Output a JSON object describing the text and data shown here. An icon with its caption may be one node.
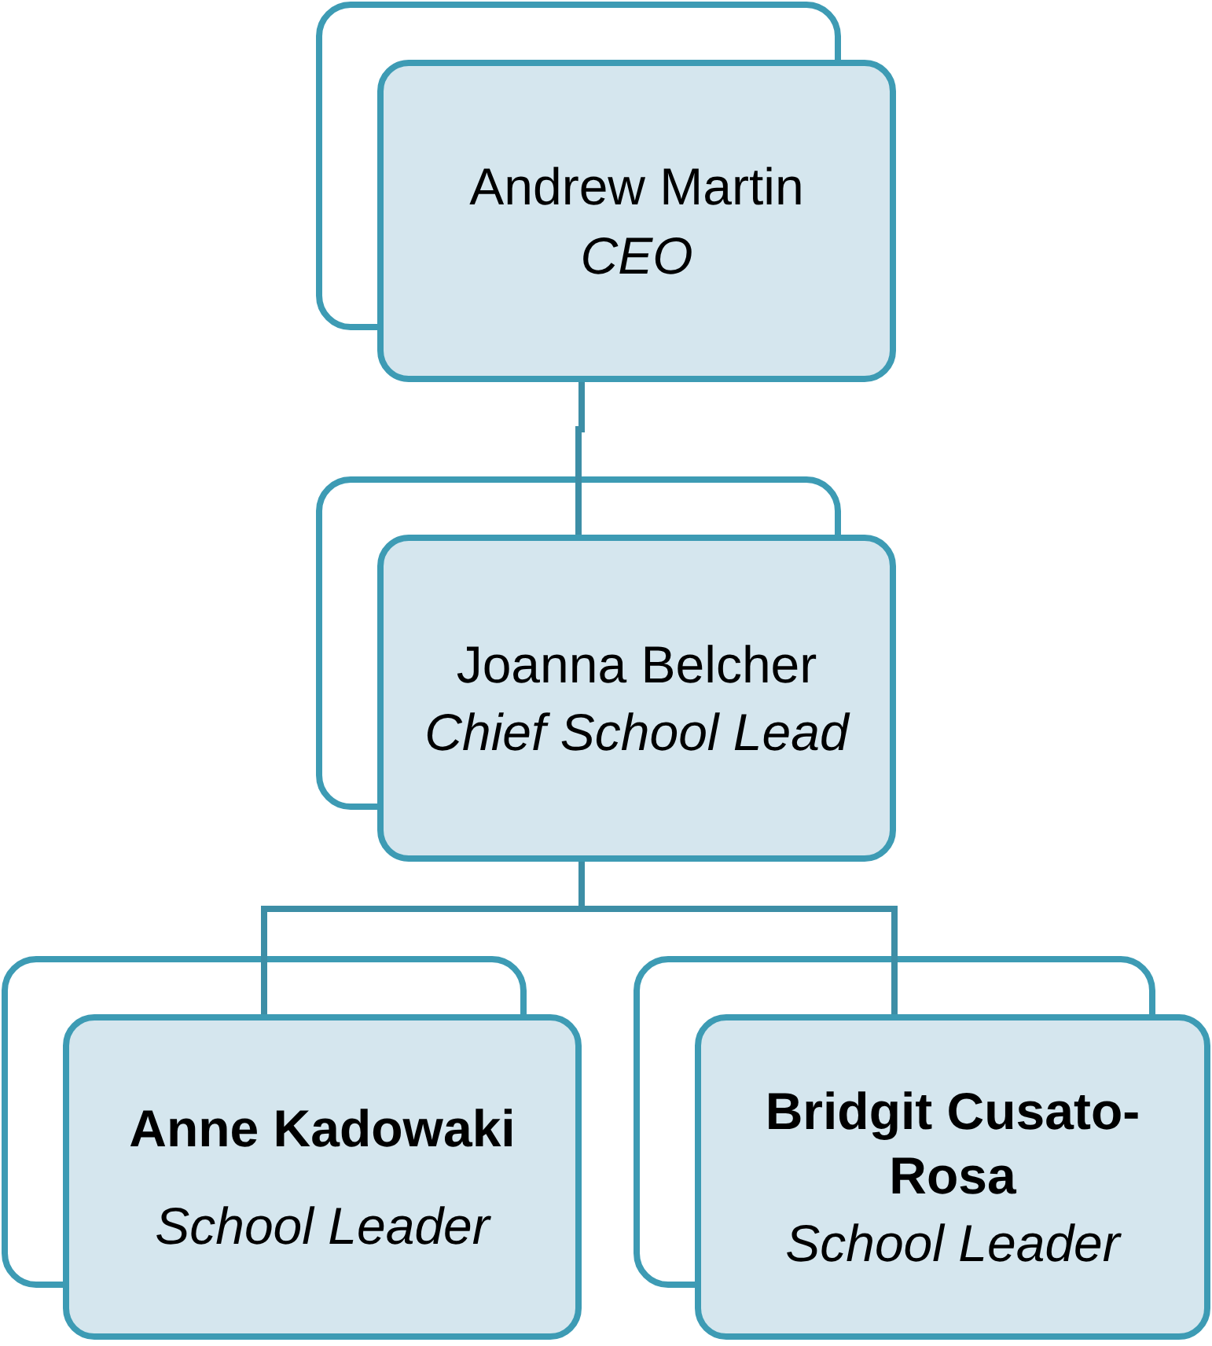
{
  "diagram": {
    "nodes": [
      {
        "text": [
          "Andrew Martin",
          "CEO"
        ]
      },
      {
        "text": [
          "Joanna Belcher",
          "Chief School Lead"
        ]
      },
      {
        "text": [
          "Anne Kadowaki",
          "School Leader"
        ]
      },
      {
        "text": [
          "Bridgit Cusato-Rosa",
          "School Leader"
        ]
      }
    ],
    "edges": [
      {
        "from": 0,
        "to": 1,
        "arrow": "none"
      },
      {
        "from": 1,
        "to": 2,
        "arrow": "none"
      },
      {
        "from": 1,
        "to": 3,
        "arrow": "none"
      }
    ]
  }
}
